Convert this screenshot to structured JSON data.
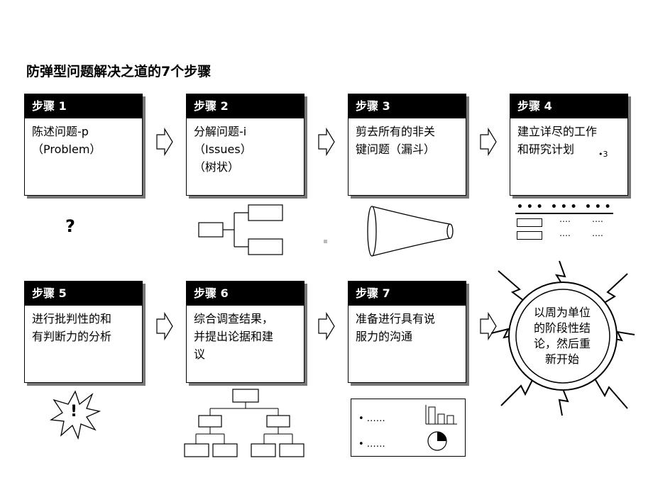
{
  "title": "防弹型问题解决之道的7个步骤",
  "steps": [
    {
      "header": "步骤 1",
      "body": "陈述问题-p\n（Problem）"
    },
    {
      "header": "步骤 2",
      "body": "分解问题-i\n（Issues）\n（树状）"
    },
    {
      "header": "步骤 3",
      "body": "剪去所有的非关\n键问题（漏斗）"
    },
    {
      "header": "步骤 4",
      "body": "建立详尽的工作\n和研究计划"
    },
    {
      "header": "步骤 5",
      "body": "进行批判性的和\n有判断力的分析"
    },
    {
      "header": "步骤 6",
      "body": "综合调查结果，\n并提出论据和建\n议"
    },
    {
      "header": "步骤 7",
      "body": "准备进行具有说\n服力的沟通"
    }
  ],
  "step4_note": "•3",
  "step1_icon_text": "?",
  "step5_icon_text": "!",
  "plan_dots": "• • •",
  "plan_ellipsis": "….",
  "comm_item_1": "• ……",
  "comm_item_2": "• ……",
  "cycle_text": "以周为单位\n的阶段性结\n论，然后重\n新开始"
}
